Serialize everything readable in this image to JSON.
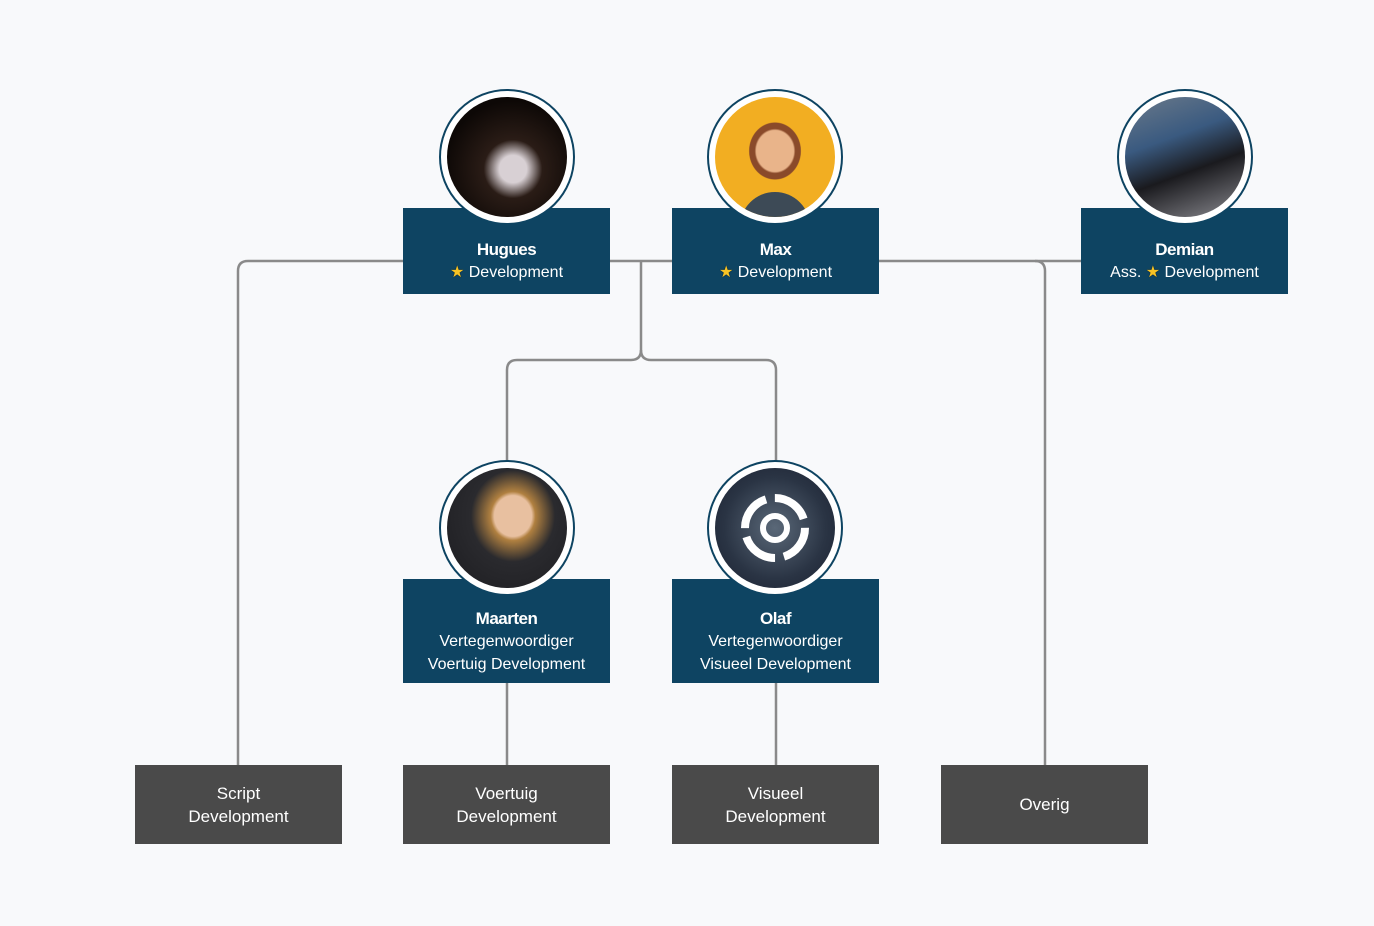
{
  "people": [
    {
      "name": "Hugues",
      "prefix": "",
      "role": "Development",
      "star": true
    },
    {
      "name": "Max",
      "prefix": "",
      "role": "Development",
      "star": true
    },
    {
      "name": "Demian",
      "prefix": "Ass.",
      "role": "Development",
      "star": true
    },
    {
      "name": "Maarten",
      "line1": "Vertegenwoordiger",
      "line2": "Voertuig Development"
    },
    {
      "name": "Olaf",
      "line1": "Vertegenwoordiger",
      "line2": "Visueel Development"
    }
  ],
  "teams": [
    {
      "line1": "Script",
      "line2": "Development"
    },
    {
      "line1": "Voertuig",
      "line2": "Development"
    },
    {
      "line1": "Visueel",
      "line2": "Development"
    },
    {
      "line1": "Overig",
      "line2": ""
    }
  ],
  "star_glyph": "★",
  "colors": {
    "card": "#0e4462",
    "team": "#4a4a4a",
    "connector": "#888888",
    "background": "#f8f9fb"
  }
}
